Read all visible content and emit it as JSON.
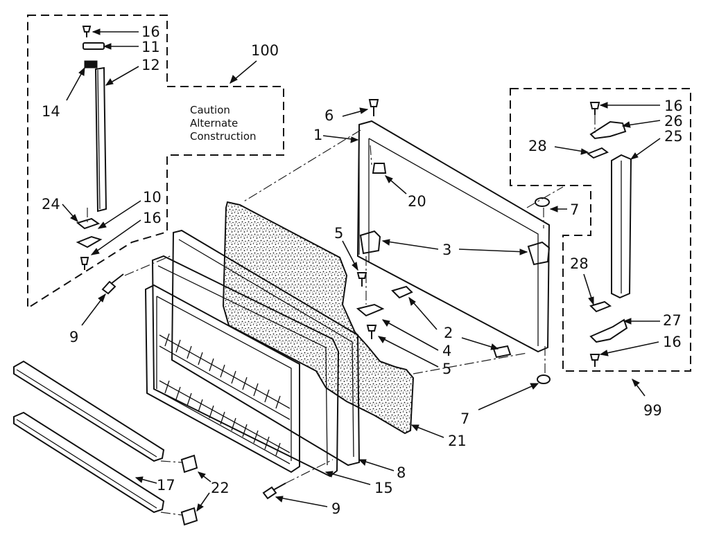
{
  "diagram": {
    "box_100": {
      "label": "100",
      "caution_lines": [
        "Caution",
        "Alternate",
        "Construction"
      ]
    },
    "box_99": {
      "label": "99"
    },
    "callouts": {
      "c16a": "16",
      "c11": "11",
      "c12": "12",
      "c14": "14",
      "c24": "24",
      "c10": "10",
      "c16b": "16",
      "c9a": "9",
      "c6": "6",
      "c1": "1",
      "c20": "20",
      "c5a": "5",
      "c3": "3",
      "c2": "2",
      "c4": "4",
      "c5b": "5",
      "c7a": "7",
      "c7b": "7",
      "c21": "21",
      "c8": "8",
      "c15": "15",
      "c9b": "9",
      "c17": "17",
      "c22": "22",
      "c16c": "16",
      "c26": "26",
      "c25": "25",
      "c28a": "28",
      "c28b": "28",
      "c27": "27",
      "c16d": "16"
    }
  }
}
